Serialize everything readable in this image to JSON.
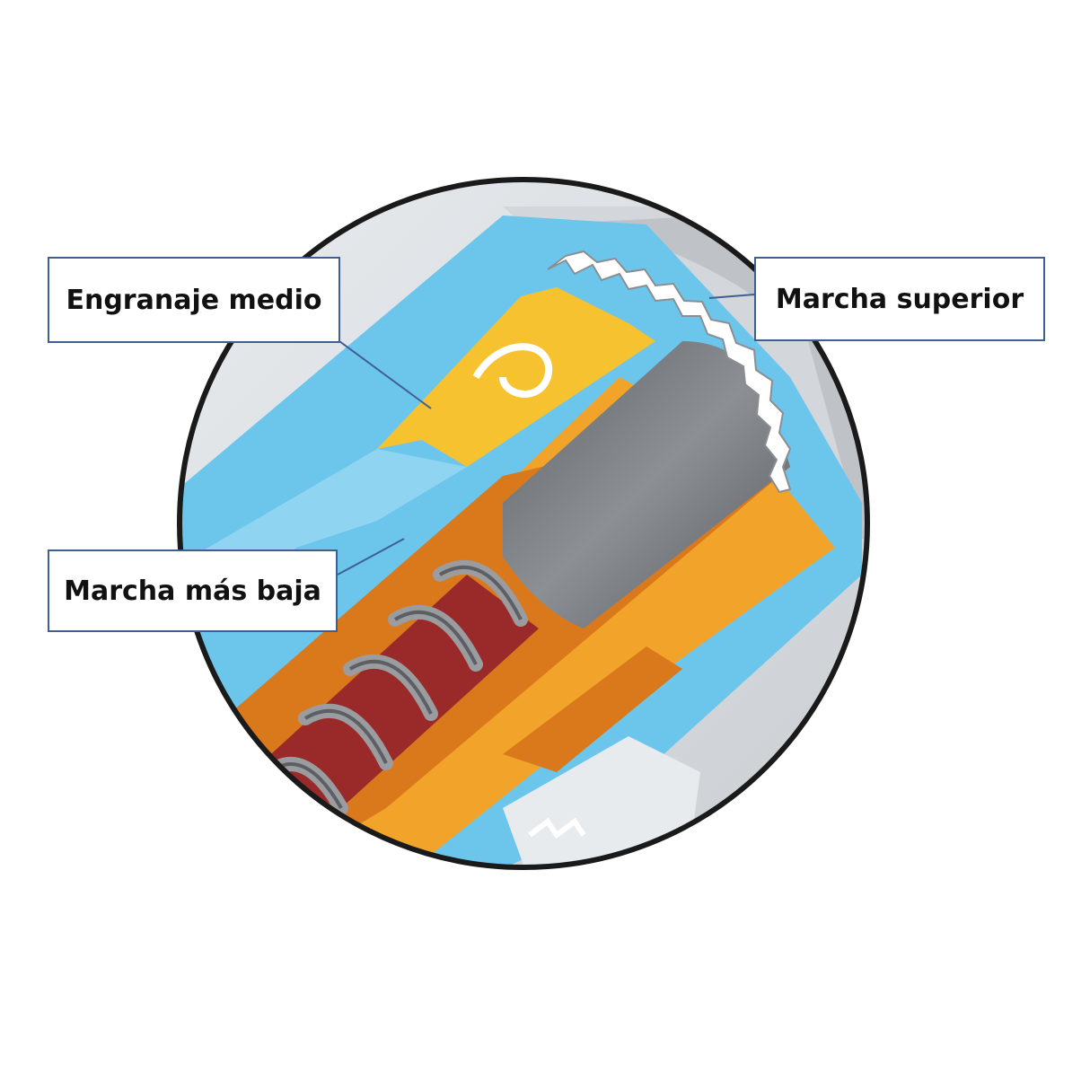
{
  "labels": {
    "middle_gear": "Engranaje medio",
    "lowest_gear": "Marcha más baja",
    "top_gear": "Marcha superior"
  },
  "colors": {
    "blue_housing": "#6cc6ec",
    "orange_gear": "#f2a42a",
    "yellow_gear": "#f6c230",
    "dark_orange": "#d9791c",
    "grey_shaft": "#7b7f84",
    "spring": "#9a9ca0",
    "red_cavity": "#9a2a2a",
    "callout_border": "#3f5f93"
  }
}
